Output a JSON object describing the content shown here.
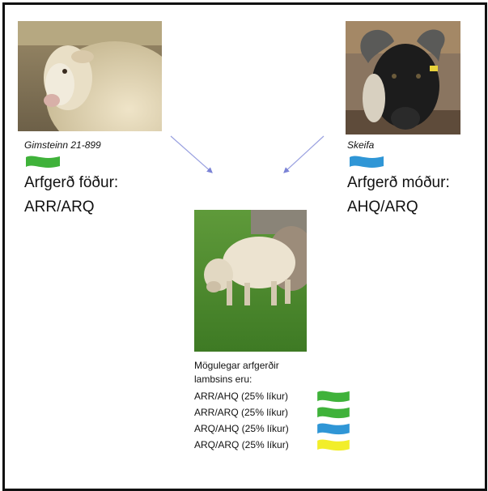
{
  "father": {
    "name": "Gimsteinn 21-899",
    "heading": "Arfgerð föður:",
    "genotype": "ARR/ARQ",
    "flag_color": "#3fb23a"
  },
  "mother": {
    "name": "Skeifa",
    "heading": "Arfgerð móður:",
    "genotype": "AHQ/ARQ",
    "flag_color": "#2f96d6"
  },
  "offspring": {
    "intro_line1": "Mögulegar arfgerðir",
    "intro_line2": "lambsins eru:",
    "results": [
      {
        "label": "ARR/AHQ (25% líkur)",
        "flag_color": "#3fb23a"
      },
      {
        "label": "ARR/ARQ (25% líkur)",
        "flag_color": "#3fb23a"
      },
      {
        "label": "ARQ/AHQ (25% líkur)",
        "flag_color": "#2f96d6"
      },
      {
        "label": "ARQ/ARQ (25% líkur)",
        "flag_color": "#f2ee2a"
      }
    ]
  }
}
